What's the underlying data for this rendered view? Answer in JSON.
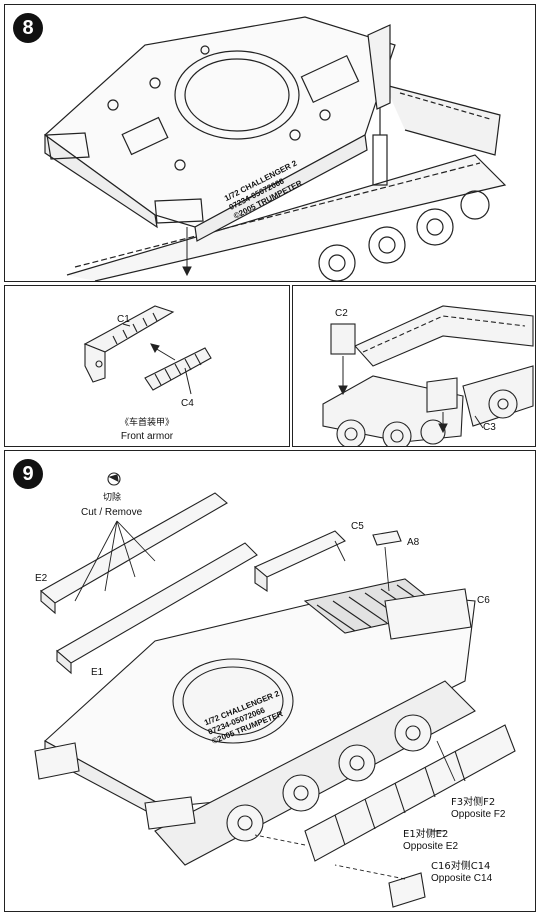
{
  "step8": {
    "number": "8"
  },
  "step9": {
    "number": "9"
  },
  "hull_marking": {
    "line1": "1/72 CHALLENGER 2",
    "line2": "07234-05072066",
    "line3": "©2005 TRUMPETER"
  },
  "front_armor": {
    "part_top": "C1",
    "part_bottom": "C4",
    "caption_cn": "《车首装甲》",
    "caption_en": "Front armor"
  },
  "side_detail": {
    "part_top": "C2",
    "part_bottom": "C3"
  },
  "cut_remove": {
    "cn": "切除",
    "en": "Cut / Remove"
  },
  "step9_parts": {
    "e2": "E2",
    "e1": "E1",
    "c5": "C5",
    "a8": "A8",
    "c6": "C6",
    "f3": "F3对侧F2",
    "f3_en": "Opposite F2",
    "e1b": "E1对侧E2",
    "e1b_en": "Opposite E2",
    "c16": "C16对侧C14",
    "c16_en": "Opposite C14"
  }
}
